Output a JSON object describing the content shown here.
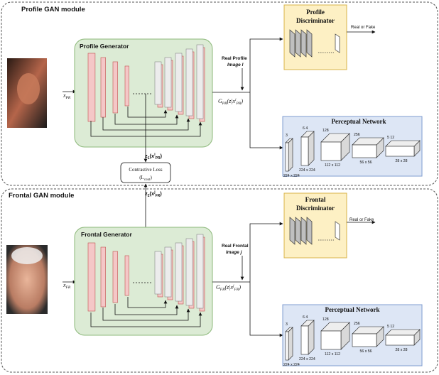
{
  "modules": {
    "profile": {
      "title": "Profile GAN module",
      "generator_label": "Profile Generator",
      "input_label_x": "x",
      "input_label_sub": "PR",
      "discriminator_title_1": "Profile",
      "discriminator_title_2": "Discriminator",
      "real_or_fake": "Real or Fake",
      "real_image_1": "Real Profile",
      "real_image_2": "Image I",
      "output_label": "G_PR(z|x^i_PR)",
      "output_G": "G",
      "output_sub": "PR",
      "output_rest": "(z|x",
      "output_sup": "i",
      "output_sub2": "PR",
      "output_close": ")",
      "latent_z": "z",
      "latent_sub": "1",
      "latent_x": "(x",
      "latent_sup": "i",
      "latent_sub2": "PR",
      "latent_close": ")"
    },
    "frontal": {
      "title": "Frontal GAN module",
      "generator_label": "Frontal Generator",
      "input_label_x": "x",
      "input_label_sub": "FR",
      "discriminator_title_1": "Frontal",
      "discriminator_title_2": "Discriminator",
      "real_or_fake": "Real or Fake",
      "real_image_1": "Real Frontal",
      "real_image_2": "Image j",
      "output_G": "G",
      "output_sub": "FR",
      "output_rest": "(z|x",
      "output_sup": "j",
      "output_sub2": "FR",
      "output_close": ")",
      "latent_z": "z",
      "latent_sub": "2",
      "latent_x": "(x",
      "latent_sup": "j",
      "latent_sub2": "FR",
      "latent_close": ")"
    }
  },
  "contrastive": {
    "line1": "Contrastive Loss",
    "line2_open": "(L",
    "line2_sub": "cont",
    "line2_close": ")"
  },
  "perceptual": {
    "title": "Perceptual Network",
    "channels": [
      "3",
      "6 4",
      "128",
      "256",
      "5 12"
    ],
    "sizes": [
      "224 x 224",
      "224 x 224",
      "112 x 112",
      "56 x 56",
      "28 x 28"
    ]
  },
  "colors": {
    "module_border": "#555555",
    "generator_fill": "#dcebd5",
    "generator_border": "#8cb87a",
    "encoder_fill": "#f4c7c7",
    "encoder_stroke": "#c0504d",
    "decoder_fill": "#ececec",
    "decoder_stroke": "#888888",
    "discriminator_fill": "#fdf0c4",
    "discriminator_border": "#d9b44a",
    "perceptual_fill": "#dde6f5",
    "perceptual_border": "#7f9cd0"
  }
}
